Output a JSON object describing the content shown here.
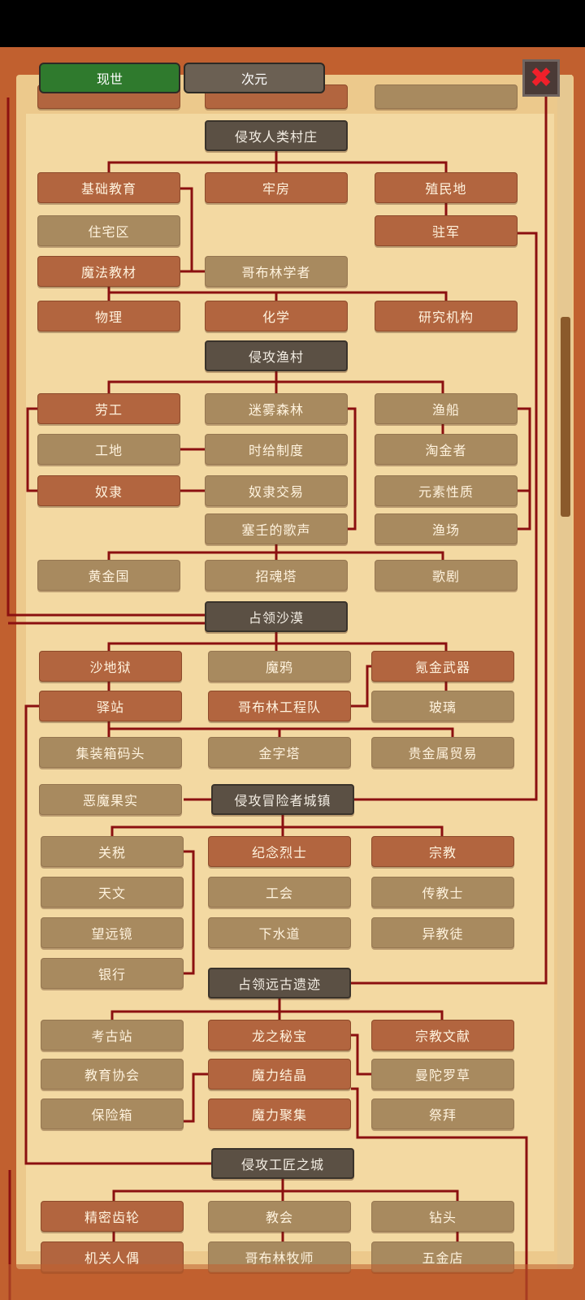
{
  "tabs": [
    {
      "label": "现世",
      "active": true
    },
    {
      "label": "次元",
      "active": false
    }
  ],
  "close_icon": "red-x-icon",
  "colors": {
    "learned": "#b2653f",
    "locked": "#a88a5f",
    "header": "#5b5044",
    "line": "#8b1010",
    "tab_active": "#2f7a2d"
  },
  "nodes": [
    {
      "label": "侵攻人类村庄",
      "state": "header"
    },
    {
      "label": "基础教育",
      "state": "learned"
    },
    {
      "label": "牢房",
      "state": "learned"
    },
    {
      "label": "殖民地",
      "state": "learned"
    },
    {
      "label": "住宅区",
      "state": "locked"
    },
    {
      "label": "驻军",
      "state": "learned"
    },
    {
      "label": "魔法教材",
      "state": "learned"
    },
    {
      "label": "哥布林学者",
      "state": "locked"
    },
    {
      "label": "物理",
      "state": "learned"
    },
    {
      "label": "化学",
      "state": "learned"
    },
    {
      "label": "研究机构",
      "state": "learned"
    },
    {
      "label": "侵攻渔村",
      "state": "header"
    },
    {
      "label": "劳工",
      "state": "learned"
    },
    {
      "label": "迷雾森林",
      "state": "locked"
    },
    {
      "label": "渔船",
      "state": "locked"
    },
    {
      "label": "工地",
      "state": "locked"
    },
    {
      "label": "时给制度",
      "state": "locked"
    },
    {
      "label": "淘金者",
      "state": "locked"
    },
    {
      "label": "奴隶",
      "state": "learned"
    },
    {
      "label": "奴隶交易",
      "state": "locked"
    },
    {
      "label": "元素性质",
      "state": "locked"
    },
    {
      "label": "塞壬的歌声",
      "state": "locked"
    },
    {
      "label": "渔场",
      "state": "locked"
    },
    {
      "label": "黄金国",
      "state": "locked"
    },
    {
      "label": "招魂塔",
      "state": "locked"
    },
    {
      "label": "歌剧",
      "state": "locked"
    },
    {
      "label": "占领沙漠",
      "state": "header"
    },
    {
      "label": "沙地狱",
      "state": "learned"
    },
    {
      "label": "魔鸦",
      "state": "locked"
    },
    {
      "label": "氪金武器",
      "state": "learned"
    },
    {
      "label": "驿站",
      "state": "learned"
    },
    {
      "label": "哥布林工程队",
      "state": "learned"
    },
    {
      "label": "玻璃",
      "state": "locked"
    },
    {
      "label": "集装箱码头",
      "state": "locked"
    },
    {
      "label": "金字塔",
      "state": "locked"
    },
    {
      "label": "贵金属贸易",
      "state": "locked"
    },
    {
      "label": "恶魔果实",
      "state": "locked"
    },
    {
      "label": "侵攻冒险者城镇",
      "state": "header"
    },
    {
      "label": "关税",
      "state": "locked"
    },
    {
      "label": "纪念烈士",
      "state": "learned"
    },
    {
      "label": "宗教",
      "state": "learned"
    },
    {
      "label": "天文",
      "state": "locked"
    },
    {
      "label": "工会",
      "state": "locked"
    },
    {
      "label": "传教士",
      "state": "locked"
    },
    {
      "label": "望远镜",
      "state": "locked"
    },
    {
      "label": "下水道",
      "state": "locked"
    },
    {
      "label": "异教徒",
      "state": "locked"
    },
    {
      "label": "银行",
      "state": "locked"
    },
    {
      "label": "占领远古遗迹",
      "state": "header"
    },
    {
      "label": "考古站",
      "state": "locked"
    },
    {
      "label": "龙之秘宝",
      "state": "learned"
    },
    {
      "label": "宗教文献",
      "state": "learned"
    },
    {
      "label": "教育协会",
      "state": "locked"
    },
    {
      "label": "魔力结晶",
      "state": "learned"
    },
    {
      "label": "曼陀罗草",
      "state": "locked"
    },
    {
      "label": "保险箱",
      "state": "locked"
    },
    {
      "label": "魔力聚集",
      "state": "learned"
    },
    {
      "label": "祭拜",
      "state": "locked"
    },
    {
      "label": "侵攻工匠之城",
      "state": "header"
    },
    {
      "label": "精密齿轮",
      "state": "learned"
    },
    {
      "label": "教会",
      "state": "locked"
    },
    {
      "label": "钻头",
      "state": "locked"
    },
    {
      "label": "机关人偶",
      "state": "learned"
    },
    {
      "label": "哥布林牧师",
      "state": "locked"
    },
    {
      "label": "五金店",
      "state": "locked"
    }
  ]
}
